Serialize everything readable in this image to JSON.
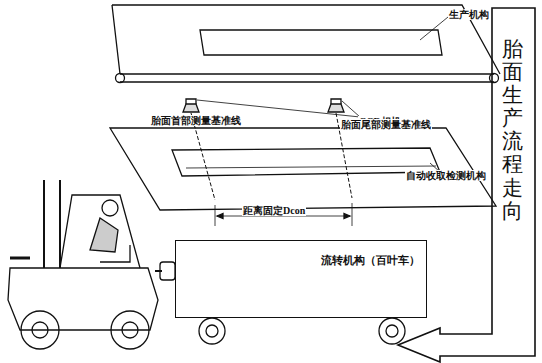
{
  "diagram": {
    "nodes": [
      {
        "text": [
          "流转机构（百叶车）"
        ]
      }
    ],
    "labels": [
      "生产机构",
      "CCD相机",
      "胎面首部测量基准线",
      "胎面尾部测量基准线",
      "自动收取检测机构",
      "距离固定Dcon",
      "胎面生产流程走向"
    ]
  }
}
